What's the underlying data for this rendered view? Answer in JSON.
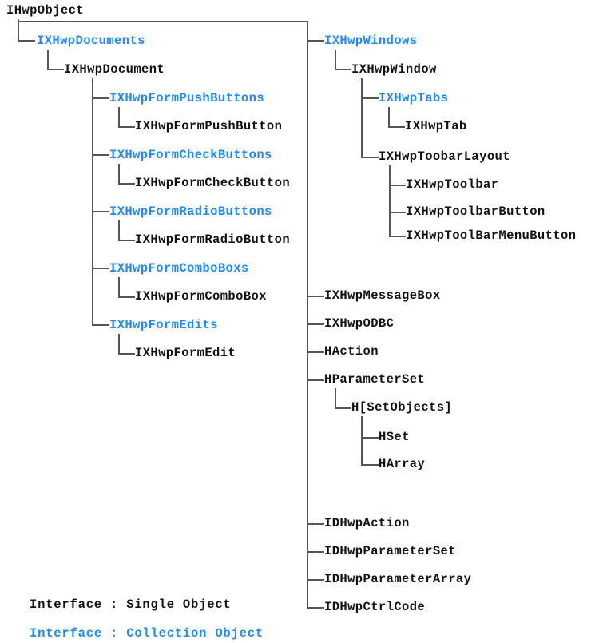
{
  "diagram": {
    "title": "IHwpObject",
    "root": {
      "label": "IHwpObject",
      "kind": "single"
    },
    "legend": [
      {
        "label": "Interface : Single Object",
        "kind": "single"
      },
      {
        "label": "Interface : Collection Object",
        "kind": "collection"
      }
    ],
    "colors": {
      "collection": "#1E88FF",
      "single": "#111111",
      "line": "#555555",
      "background": "#FFFFFF"
    },
    "left_branch": [
      {
        "label": "IXHwpDocuments",
        "kind": "collection"
      },
      {
        "label": "IXHwpDocument",
        "kind": "single"
      },
      {
        "label": "IXHwpFormPushButtons",
        "kind": "collection"
      },
      {
        "label": "IXHwpFormPushButton",
        "kind": "single"
      },
      {
        "label": "IXHwpFormCheckButtons",
        "kind": "collection"
      },
      {
        "label": "IXHwpFormCheckButton",
        "kind": "single"
      },
      {
        "label": "IXHwpFormRadioButtons",
        "kind": "collection"
      },
      {
        "label": "IXHwpFormRadioButton",
        "kind": "single"
      },
      {
        "label": "IXHwpFormComboBoxs",
        "kind": "collection"
      },
      {
        "label": "IXHwpFormComboBox",
        "kind": "single"
      },
      {
        "label": "IXHwpFormEdits",
        "kind": "collection"
      },
      {
        "label": "IXHwpFormEdit",
        "kind": "single"
      }
    ],
    "right_branch": [
      {
        "label": "IXHwpWindows",
        "kind": "collection"
      },
      {
        "label": "IXHwpWindow",
        "kind": "single"
      },
      {
        "label": "IXHwpTabs",
        "kind": "collection"
      },
      {
        "label": "IXHwpTab",
        "kind": "single"
      },
      {
        "label": "IXHwpToobarLayout",
        "kind": "single"
      },
      {
        "label": "IXHwpToolbar",
        "kind": "single"
      },
      {
        "label": "IXHwpToolbarButton",
        "kind": "single"
      },
      {
        "label": "IXHwpToolBarMenuButton",
        "kind": "single"
      },
      {
        "label": "IXHwpMessageBox",
        "kind": "single"
      },
      {
        "label": "IXHwpODBC",
        "kind": "single"
      },
      {
        "label": "HAction",
        "kind": "single"
      },
      {
        "label": "HParameterSet",
        "kind": "single"
      },
      {
        "label": "H[SetObjects]",
        "kind": "single"
      },
      {
        "label": "HSet",
        "kind": "single"
      },
      {
        "label": "HArray",
        "kind": "single"
      },
      {
        "label": "IDHwpAction",
        "kind": "single"
      },
      {
        "label": "IDHwpParameterSet",
        "kind": "single"
      },
      {
        "label": "IDHwpParameterArray",
        "kind": "single"
      },
      {
        "label": "IDHwpCtrlCode",
        "kind": "single"
      }
    ]
  }
}
